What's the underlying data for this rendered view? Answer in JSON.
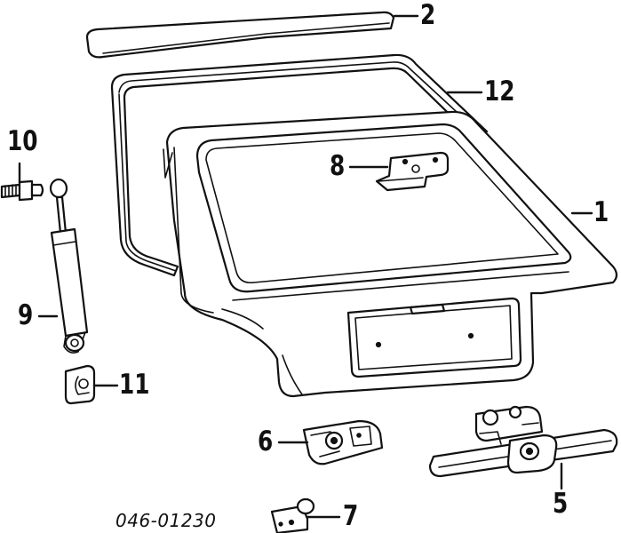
{
  "callouts": {
    "c1": "1",
    "c2": "2",
    "c5": "5",
    "c6": "6",
    "c7": "7",
    "c8": "8",
    "c9": "9",
    "c10": "10",
    "c11": "11",
    "c12": "12"
  },
  "diagram_code": "046-01230"
}
